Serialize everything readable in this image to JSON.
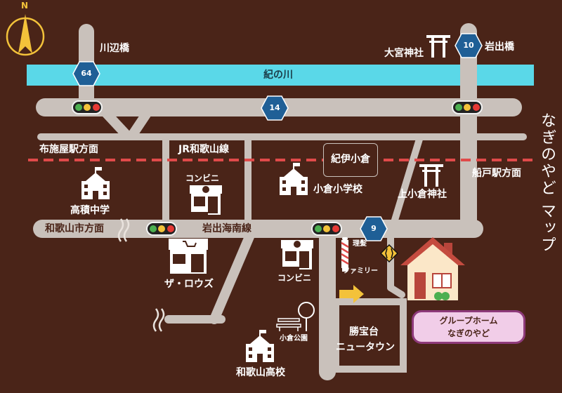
{
  "title": "なぎのやど マップ",
  "compass": {
    "label": "N"
  },
  "river": {
    "label": "紀の川"
  },
  "routes": [
    "64",
    "10",
    "14",
    "9"
  ],
  "places": {
    "kawabe_bridge": "川辺橋",
    "iwade_bridge": "岩出橋",
    "omiya_shrine": "大宮神社",
    "fuseya_dir": "布施屋駅方面",
    "jr_line": "JR和歌山線",
    "kii_ogura": "紀伊小倉",
    "funato_dir": "船戸駅方面",
    "convenience_1": "コンビニ",
    "ogura_elementary": "小倉小学校",
    "kamiogura_shrine": "上小倉神社",
    "takazumi_jhs": "高積中学",
    "wakayama_dir": "和歌山市方面",
    "iwade_kainan_line": "岩出海南線",
    "the_lows": "ザ・ロウズ",
    "barber": "理髪",
    "barber_name": "ファミリー",
    "convenience_2": "コンビニ",
    "ogura_park": "小倉公園",
    "shohodai_1": "勝宝台",
    "shohodai_2": "ニュータウン",
    "wakayama_hs": "和歌山高校"
  },
  "destination": {
    "line1": "グループホーム",
    "line2": "なぎのやど"
  },
  "colors": {
    "background": "#4a2418",
    "road": "#c9c1bb",
    "river": "#5ad8e8",
    "rail": "#e04a4a",
    "route_sign": "#1f5f96",
    "arrow": "#f3c23a",
    "destination_box": "#f1cde8"
  }
}
